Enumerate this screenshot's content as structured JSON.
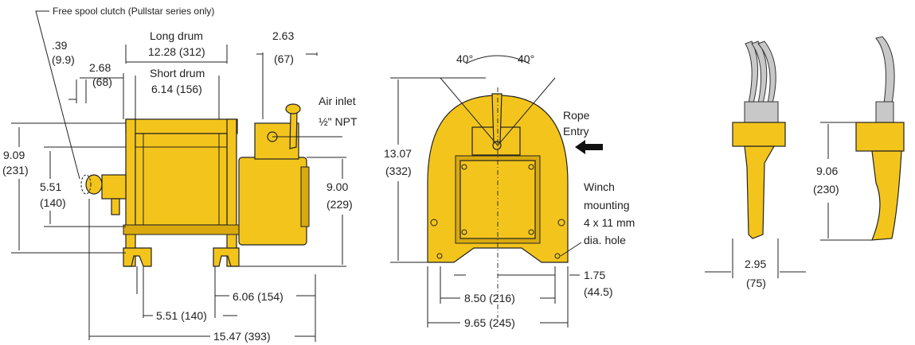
{
  "callout": {
    "free_spool": "Free spool clutch (Pullstar series only)"
  },
  "side_view": {
    "dim_039": ".39",
    "dim_99": "(9.9)",
    "long_drum": "Long drum",
    "long_drum_val": "12.28 (312)",
    "short_drum": "Short drum",
    "short_drum_val": "6.14 (156)",
    "dim_268": "2.68",
    "dim_68": "(68)",
    "dim_263": "2.63",
    "dim_67": "(67)",
    "air_inlet": "Air inlet",
    "npt": "½\" NPT",
    "dim_909": "9.09",
    "dim_231": "(231)",
    "dim_551v": "5.51",
    "dim_140v": "(140)",
    "dim_900": "9.00",
    "dim_229": "(229)",
    "dim_606": "6.06 (154)",
    "dim_551h": "5.51 (140)",
    "dim_1547": "15.47 (393)"
  },
  "front_view": {
    "deg_left": "40°",
    "deg_right": "40°",
    "dim_1307": "13.07",
    "dim_332": "(332)",
    "rope": "Rope",
    "entry": "Entry",
    "winch": "Winch",
    "mounting": "mounting",
    "holes": "4 x 11 mm",
    "dia": "dia. hole",
    "dim_175": "1.75",
    "dim_445": "(44.5)",
    "dim_850": "8.50 (216)",
    "dim_965": "9.65 (245)"
  },
  "control_view": {
    "dim_295": "2.95",
    "dim_75": "(75)",
    "dim_906": "9.06",
    "dim_230": "(230)"
  }
}
